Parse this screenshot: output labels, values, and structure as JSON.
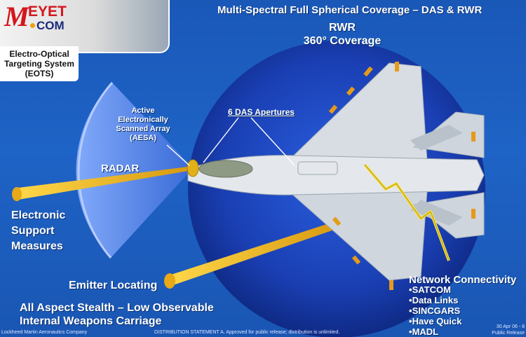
{
  "header": {
    "title": "Multi-Spectral Full Spherical Coverage – DAS & RWR",
    "rwr_line1": "RWR",
    "rwr_line2": "360° Coverage"
  },
  "logo": {
    "letter": "M",
    "top": "EYET",
    "bottom": "COM"
  },
  "labels": {
    "eots": "Electro-Optical Targeting System (EOTS)",
    "aesa": "Active Electronically Scanned Array (AESA)",
    "das": "6 DAS Apertures",
    "radar": "RADAR",
    "esm_1": "Electronic",
    "esm_2": "Support",
    "esm_3": "Measures",
    "emitter": "Emitter Locating",
    "stealth_1": "All Aspect Stealth – Low Observable",
    "stealth_2": "Internal Weapons Carriage",
    "network": "Network Connectivity"
  },
  "network_items": [
    "SATCOM",
    "Data Links",
    "SINCGARS",
    "Have Quick",
    "MADL"
  ],
  "footer": {
    "left": "Lockheed Martin Aeronautics Company",
    "middle": "DISTRIBUTION STATEMENT A. Approved for public release; distribution is unlimited.",
    "right_1": "30 Apr 06 - 8",
    "right_2": "Public Release"
  },
  "colors": {
    "background": "#1e63c6",
    "sphere": "#1638a8",
    "radar_cone": "#5f8df0",
    "beam": "#f2c01c",
    "aircraft": "#d8dde3",
    "logo_red": "#d4161c"
  }
}
